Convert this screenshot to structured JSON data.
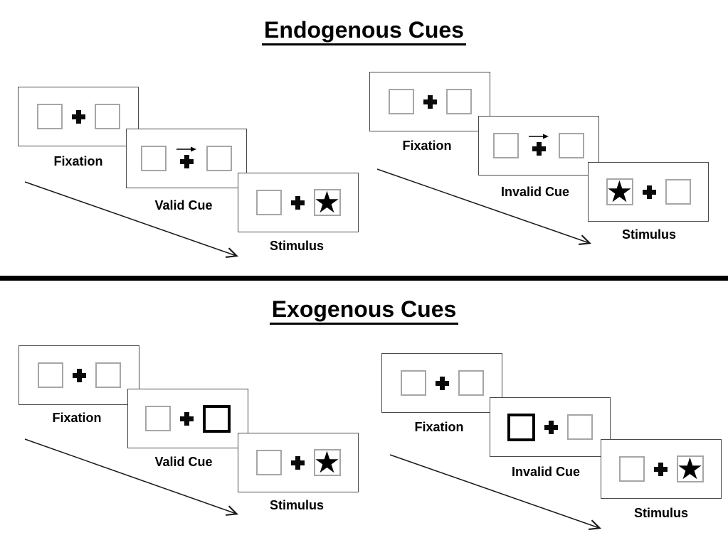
{
  "glyphs": {
    "star": "★"
  },
  "icons": {
    "fixation_cross": "plus-cross-icon",
    "cue_arrow": "right-arrow-icon",
    "timeline": "diagonal-timeline-arrow-icon"
  },
  "colors": {
    "background": "#ffffff",
    "card_border": "#4a4a4a",
    "box_border": "#a6a6a6",
    "highlight_box_border": "#000000",
    "text": "#000000",
    "divider": "#000000"
  },
  "sections": [
    {
      "title": "Endogenous Cues",
      "panels": [
        {
          "name": "endogenous-valid",
          "steps": [
            {
              "label": "Fixation",
              "content": "empty box, central cross, empty box"
            },
            {
              "label": "Valid Cue",
              "content": "right-pointing arrow above central cross",
              "cue": "arrow-right"
            },
            {
              "label": "Stimulus",
              "content": "star appears in right box",
              "star_side": "right"
            }
          ]
        },
        {
          "name": "endogenous-invalid",
          "steps": [
            {
              "label": "Fixation",
              "content": "empty box, central cross, empty box"
            },
            {
              "label": "Invalid Cue",
              "content": "right-pointing arrow above central cross",
              "cue": "arrow-right"
            },
            {
              "label": "Stimulus",
              "content": "star appears in left box",
              "star_side": "left"
            }
          ]
        }
      ]
    },
    {
      "title": "Exogenous Cues",
      "panels": [
        {
          "name": "exogenous-valid",
          "steps": [
            {
              "label": "Fixation",
              "content": "empty box, central cross, empty box"
            },
            {
              "label": "Valid Cue",
              "content": "right box highlighted bold",
              "cue": "highlight-right"
            },
            {
              "label": "Stimulus",
              "content": "star appears in right box",
              "star_side": "right"
            }
          ]
        },
        {
          "name": "exogenous-invalid",
          "steps": [
            {
              "label": "Fixation",
              "content": "empty box, central cross, empty box"
            },
            {
              "label": "Invalid Cue",
              "content": "left box highlighted bold",
              "cue": "highlight-left"
            },
            {
              "label": "Stimulus",
              "content": "star appears in right box",
              "star_side": "right"
            }
          ]
        }
      ]
    }
  ]
}
